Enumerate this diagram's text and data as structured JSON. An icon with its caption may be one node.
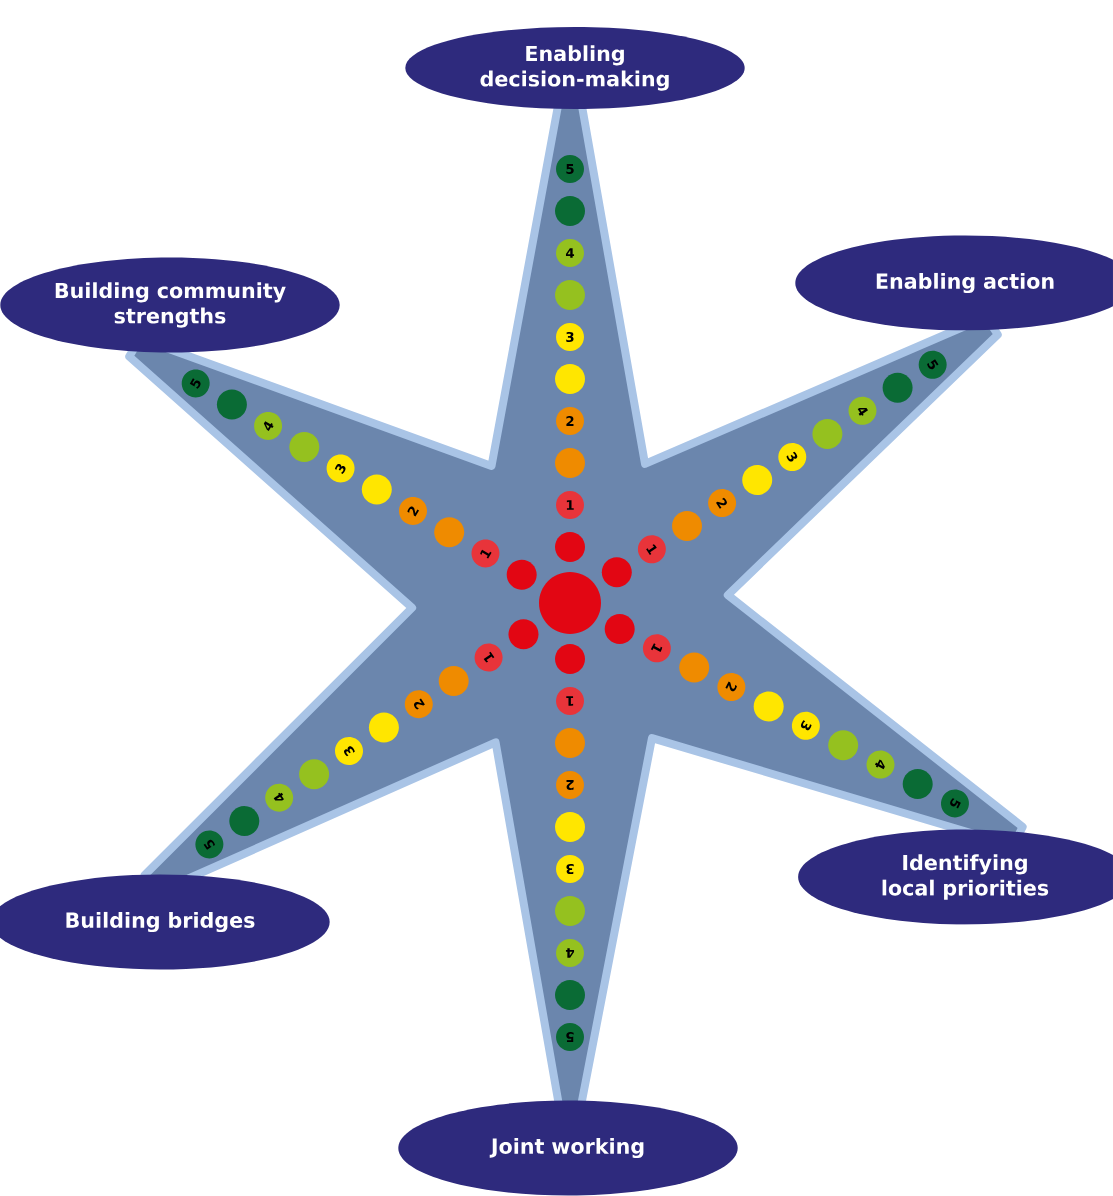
{
  "diagram": {
    "nodes": [
      {
        "text": [
          "Enabling decision-making"
        ]
      },
      {
        "text": [
          "Building community strengths"
        ]
      },
      {
        "text": [
          "Enabling action"
        ]
      },
      {
        "text": [
          "Identifying local priorities"
        ]
      },
      {
        "text": [
          "Building bridges"
        ]
      },
      {
        "text": [
          "Joint working"
        ]
      },
      {
        "text": [],
        "shape": "circle"
      },
      {
        "text": [],
        "shape": "circle"
      },
      {
        "text": [
          "1"
        ]
      },
      {
        "text": [],
        "shape": "circle"
      },
      {
        "text": [
          "2"
        ]
      },
      {
        "text": [],
        "shape": "circle"
      },
      {
        "text": [
          "3"
        ]
      },
      {
        "text": [],
        "shape": "circle"
      },
      {
        "text": [
          "4"
        ]
      },
      {
        "text": [],
        "shape": "circle"
      },
      {
        "text": [
          "5"
        ]
      },
      {
        "text": [],
        "shape": "circle"
      },
      {
        "text": [
          "1"
        ]
      },
      {
        "text": [],
        "shape": "circle"
      },
      {
        "text": [
          "2"
        ]
      },
      {
        "text": [],
        "shape": "circle"
      },
      {
        "text": [
          "3"
        ]
      },
      {
        "text": [],
        "shape": "circle"
      },
      {
        "text": [
          "4"
        ]
      },
      {
        "text": [],
        "shape": "circle"
      },
      {
        "text": [
          "5"
        ]
      },
      {
        "text": [],
        "shape": "circle"
      },
      {
        "text": [
          "1"
        ]
      },
      {
        "text": [],
        "shape": "circle"
      },
      {
        "text": [
          "2"
        ]
      },
      {
        "text": [],
        "shape": "circle"
      },
      {
        "text": [
          "3"
        ]
      },
      {
        "text": [],
        "shape": "circle"
      },
      {
        "text": [
          "4"
        ]
      },
      {
        "text": [],
        "shape": "circle"
      },
      {
        "text": [
          "5"
        ]
      },
      {
        "text": [],
        "shape": "circle"
      },
      {
        "text": [
          "1"
        ]
      },
      {
        "text": [],
        "shape": "circle"
      },
      {
        "text": [
          "2"
        ]
      },
      {
        "text": [],
        "shape": "circle"
      },
      {
        "text": [
          "3"
        ]
      },
      {
        "text": [],
        "shape": "circle"
      },
      {
        "text": [
          "4"
        ]
      },
      {
        "text": [],
        "shape": "circle"
      },
      {
        "text": [
          "5"
        ]
      },
      {
        "text": [],
        "shape": "circle"
      },
      {
        "text": [
          "1"
        ]
      },
      {
        "text": [],
        "shape": "circle"
      },
      {
        "text": [
          "2"
        ]
      },
      {
        "text": [],
        "shape": "circle"
      },
      {
        "text": [
          "3"
        ]
      },
      {
        "text": [],
        "shape": "circle"
      },
      {
        "text": [
          "4"
        ]
      },
      {
        "text": [],
        "shape": "circle"
      },
      {
        "text": [
          "5"
        ]
      },
      {
        "text": [],
        "shape": "circle"
      },
      {
        "text": [
          "1"
        ]
      },
      {
        "text": [],
        "shape": "circle"
      },
      {
        "text": [
          "2"
        ]
      },
      {
        "text": [],
        "shape": "circle"
      },
      {
        "text": [
          "3"
        ]
      },
      {
        "text": [],
        "shape": "circle"
      },
      {
        "text": [
          "4"
        ]
      },
      {
        "text": [],
        "shape": "circle"
      },
      {
        "text": [
          "5"
        ]
      }
    ]
  }
}
